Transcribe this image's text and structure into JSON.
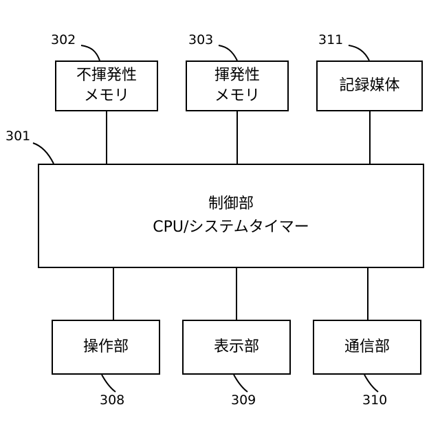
{
  "diagram": {
    "memory_nonvolatile": {
      "ref": "302",
      "line1": "不揮発性",
      "line2": "メモリ"
    },
    "memory_volatile": {
      "ref": "303",
      "line1": "揮発性",
      "line2": "メモリ"
    },
    "recording_medium": {
      "ref": "311",
      "label": "記録媒体"
    },
    "control_unit": {
      "ref": "301",
      "line1": "制御部",
      "line2": "CPU/システムタイマー"
    },
    "operation_unit": {
      "ref": "308",
      "label": "操作部"
    },
    "display_unit": {
      "ref": "309",
      "label": "表示部"
    },
    "communication_unit": {
      "ref": "310",
      "label": "通信部"
    }
  }
}
